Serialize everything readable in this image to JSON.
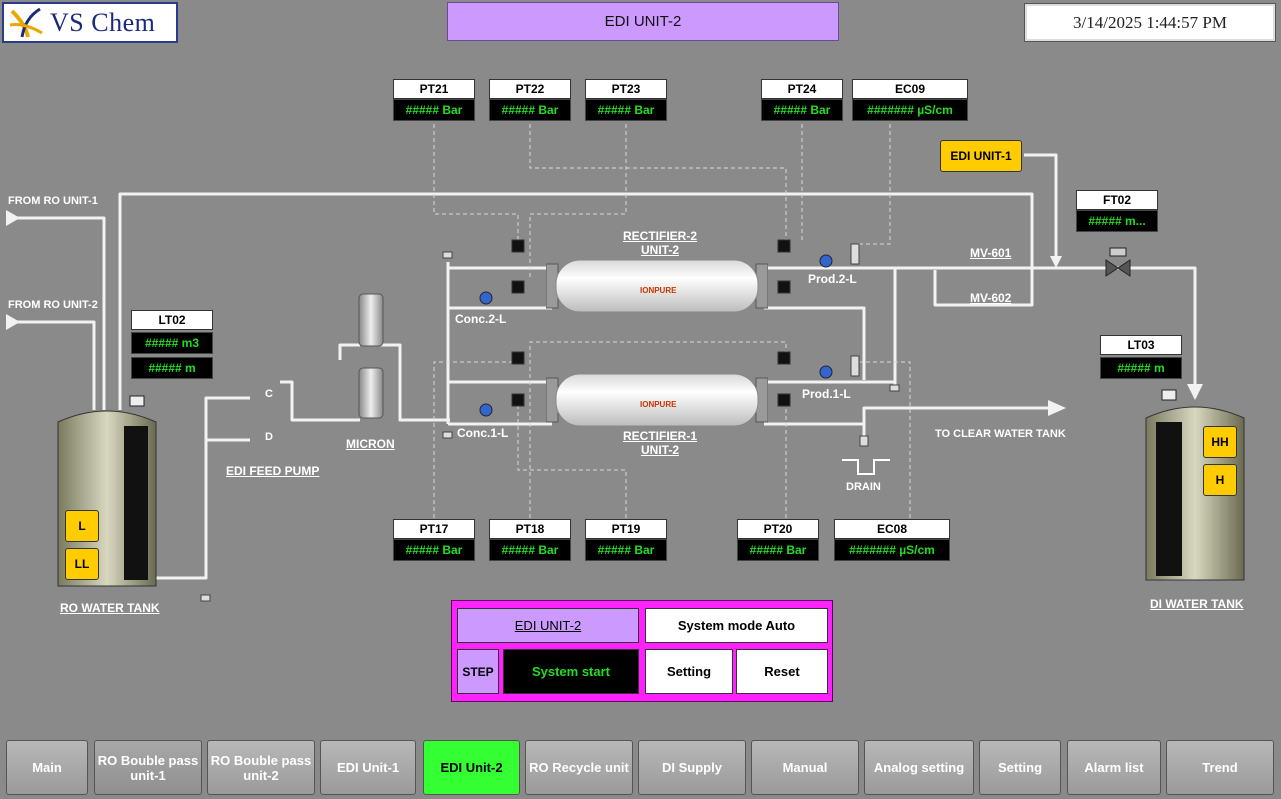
{
  "header": {
    "logo_text": "VS Chem",
    "title": "EDI UNIT-2",
    "datetime": "3/14/2025 1:44:57 PM"
  },
  "tags": {
    "pt21": {
      "name": "PT21",
      "value": "##### Bar"
    },
    "pt22": {
      "name": "PT22",
      "value": "##### Bar"
    },
    "pt23": {
      "name": "PT23",
      "value": "##### Bar"
    },
    "pt24": {
      "name": "PT24",
      "value": "##### Bar"
    },
    "ec09": {
      "name": "EC09",
      "value": "####### µS/cm"
    },
    "ft02": {
      "name": "FT02",
      "value": "##### m..."
    },
    "lt02": {
      "name": "LT02",
      "value1": "##### m3",
      "value2": "##### m"
    },
    "lt03": {
      "name": "LT03",
      "value": "##### m"
    },
    "pt17": {
      "name": "PT17",
      "value": "##### Bar"
    },
    "pt18": {
      "name": "PT18",
      "value": "##### Bar"
    },
    "pt19": {
      "name": "PT19",
      "value": "##### Bar"
    },
    "pt20": {
      "name": "PT20",
      "value": "##### Bar"
    },
    "ec08": {
      "name": "EC08",
      "value": "####### µS/cm"
    }
  },
  "labels": {
    "from_ro1": "FROM RO UNIT-1",
    "from_ro2": "FROM RO UNIT-2",
    "edi_unit1_btn": "EDI UNIT-1",
    "rectifier2": "RECTIFIER-2",
    "unit2_top": "UNIT-2",
    "rectifier1": "RECTIFIER-1",
    "unit2_bottom": "UNIT-2",
    "ionpure": "IONPURE",
    "mv601": "MV-601",
    "mv602": "MV-602",
    "prod2": "Prod.2-L",
    "prod1": "Prod.1-L",
    "conc2": "Conc.2-L",
    "conc1": "Conc.1-L",
    "micron": "MICRON",
    "edi_feed_pump": "EDI FEED PUMP",
    "pump_c": "C",
    "pump_d": "D",
    "drain": "DRAIN",
    "to_clear": "TO CLEAR WATER TANK",
    "ro_tank": "RO WATER TANK",
    "di_tank": "DI WATER TANK",
    "ro_l": "L",
    "ro_ll": "LL",
    "di_hh": "HH",
    "di_h": "H"
  },
  "control": {
    "unit_label": "EDI UNIT-2",
    "mode": "System mode Auto",
    "step": "STEP",
    "status": "System start",
    "setting": "Setting",
    "reset": "Reset"
  },
  "nav": [
    "Main",
    "RO Bouble pass unit-1",
    "RO Bouble pass unit-2",
    "EDI Unit-1",
    "EDI Unit-2",
    "RO Recycle unit",
    "DI Supply",
    "Manual",
    "Analog setting",
    "Setting",
    "Alarm list",
    "Trend"
  ]
}
